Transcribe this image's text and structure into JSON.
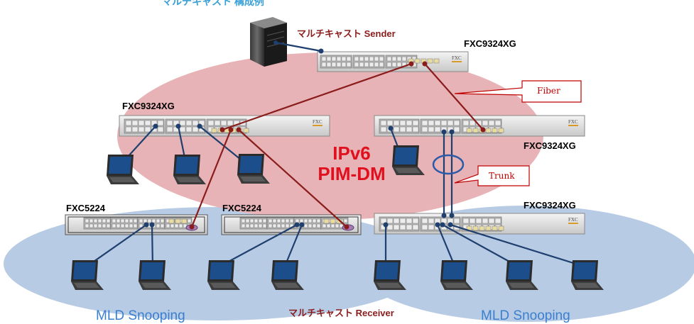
{
  "header": {
    "partial_title": "マルチキャスト 構成例"
  },
  "labels": {
    "sender": "マルチキャスト Sender",
    "receiver": "マルチキャスト Receiver",
    "ipv6": "IPv6",
    "pimdm": "PIM-DM",
    "mld_left": "MLD Snooping",
    "mld_right": "MLD Snooping"
  },
  "callouts": {
    "fiber": "Fiber",
    "trunk": "Trunk"
  },
  "switches": {
    "top": "FXC9324XG",
    "mid_left": "FXC9324XG",
    "mid_right": "FXC9324XG",
    "bottom_right": "FXC9324XG",
    "edge_left": "FXC5224",
    "edge_mid": "FXC5224"
  },
  "brand": "FXC",
  "colors": {
    "pim_area": "#e8b3b6",
    "mld_area": "#b7cbe4",
    "fiber_link": "#8a1c1c",
    "copper_link": "#1f3f6e",
    "title_red": "#e0101e",
    "mld_text": "#3a7fd0"
  }
}
